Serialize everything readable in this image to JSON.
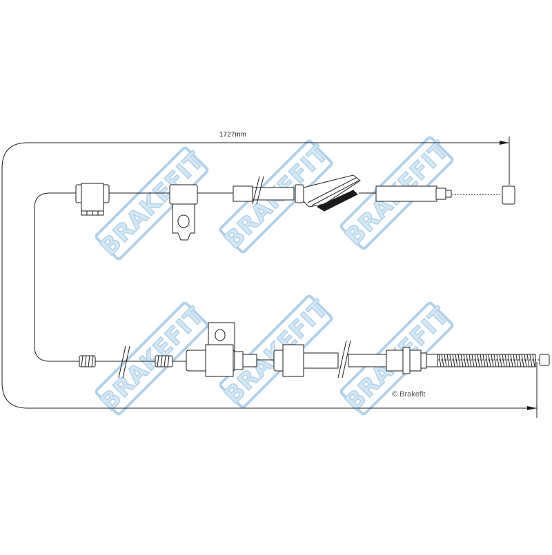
{
  "dimension": {
    "length_label": "1727mm"
  },
  "copyright": {
    "label": "© Brakefit"
  },
  "watermark": {
    "text": "BRAKEFIT",
    "fill_color": "#cfe6f5",
    "stroke_color": "#a9cde8",
    "logos": [
      {
        "name": "watermark-logo-1"
      },
      {
        "name": "watermark-logo-2"
      },
      {
        "name": "watermark-logo-3"
      },
      {
        "name": "watermark-logo-4"
      },
      {
        "name": "watermark-logo-5"
      },
      {
        "name": "watermark-logo-6"
      }
    ]
  },
  "colors": {
    "line": "#1a1a1a",
    "background": "#ffffff"
  }
}
